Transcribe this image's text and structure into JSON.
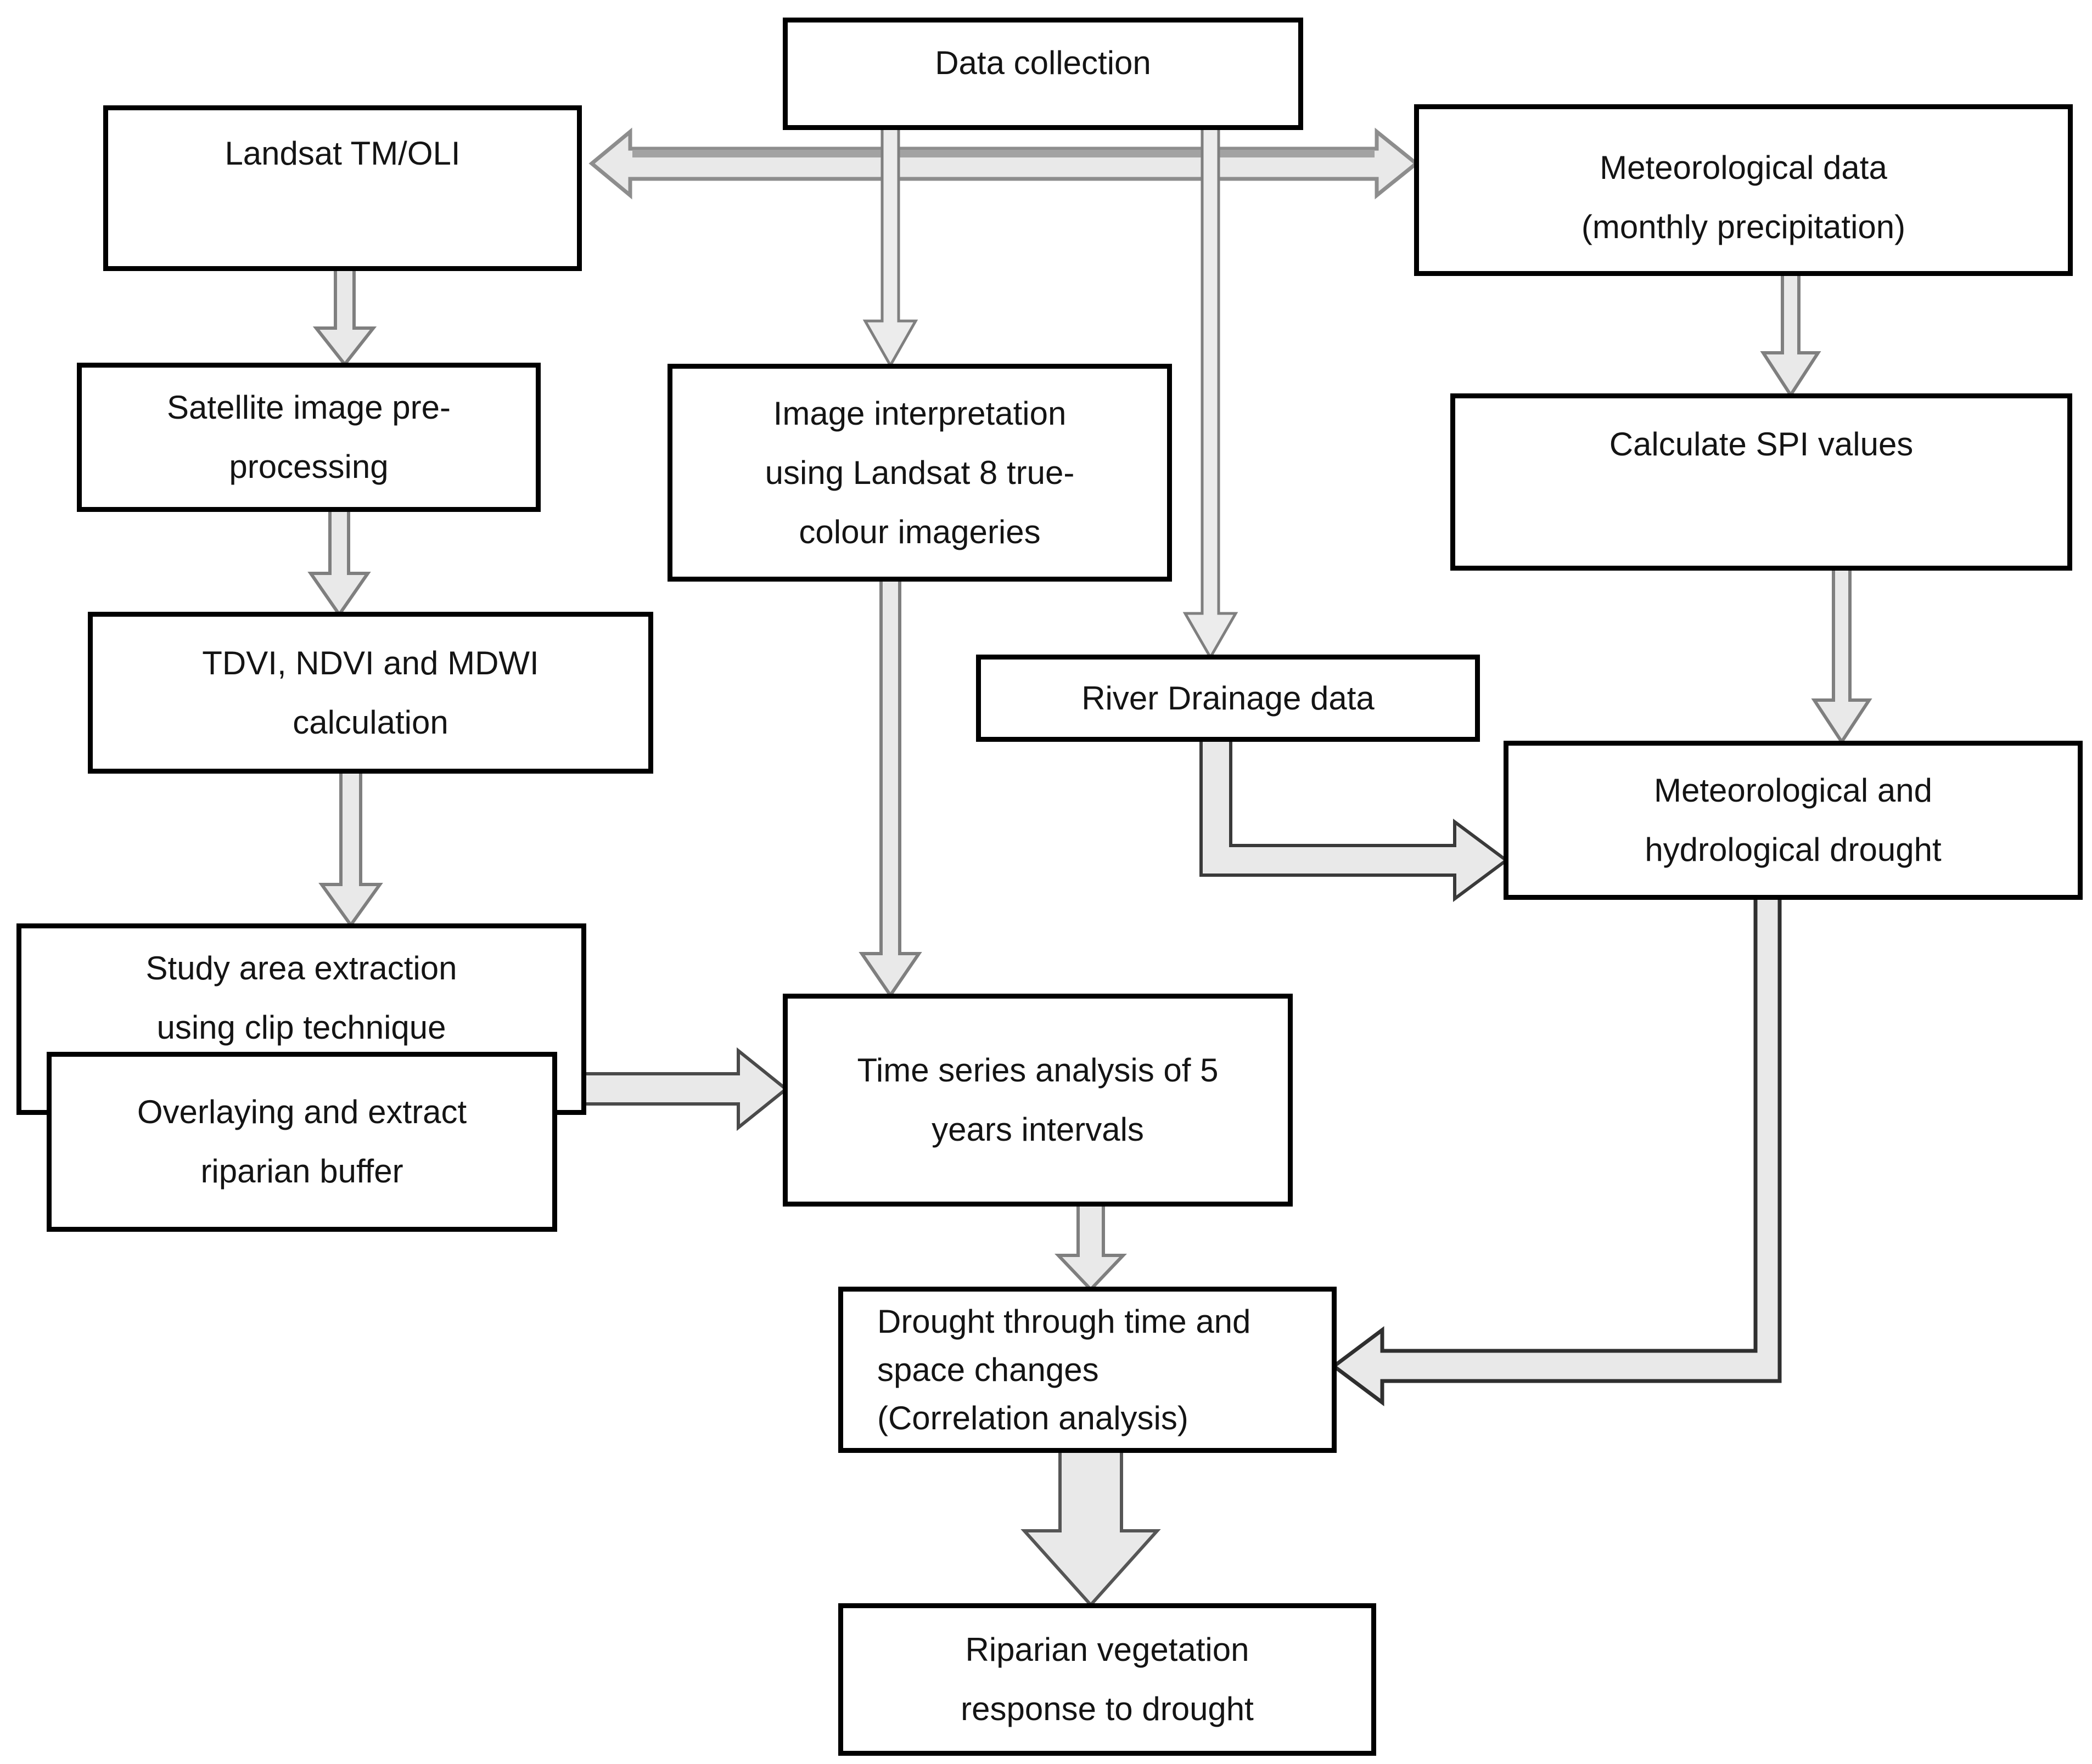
{
  "title": "Riparian vegetation drought analysis workflow flowchart",
  "nodes": {
    "data_collection": {
      "label": "Data collection"
    },
    "landsat": {
      "label": "Landsat TM/OLI"
    },
    "met_data": {
      "label": "Meteorological data (monthly precipitation)"
    },
    "satellite_pre": {
      "label": "Satellite image pre-processing"
    },
    "image_interp": {
      "label": "Image interpretation using Landsat 8 true-colour imageries"
    },
    "calc_spi": {
      "label": "Calculate SPI values"
    },
    "tdvi": {
      "label": "TDVI, NDVI and MDWI calculation"
    },
    "river_drainage": {
      "label": "River Drainage data"
    },
    "met_hydro": {
      "label": "Meteorological and hydrological drought"
    },
    "study_area": {
      "label": "Study area extraction using clip technique"
    },
    "overlay_buffer": {
      "label": "Overlaying and extract riparian buffer"
    },
    "time_series": {
      "label": "Time series analysis of 5 years intervals"
    },
    "drought_changes": {
      "label": "Drought through time and space changes (Correlation analysis)"
    },
    "riparian": {
      "label": "Riparian vegetation response to drought"
    }
  },
  "edges": [
    {
      "id": "collection-sources",
      "from": "data_collection",
      "to": "landsat; met_data",
      "style": "double-headed horizontal block arrow"
    },
    {
      "id": "collection-image-interp",
      "from": "data_collection",
      "to": "image_interp",
      "style": "thin vertical block arrow"
    },
    {
      "id": "collection-river",
      "from": "data_collection",
      "to": "river_drainage",
      "style": "thin vertical block arrow"
    },
    {
      "id": "landsat-preprocessing",
      "from": "landsat",
      "to": "satellite_pre",
      "style": "vertical block arrow"
    },
    {
      "id": "preprocessing-indices",
      "from": "satellite_pre",
      "to": "tdvi",
      "style": "vertical block arrow"
    },
    {
      "id": "indices-study",
      "from": "tdvi",
      "to": "study_area",
      "style": "vertical block arrow"
    },
    {
      "id": "buffer-timeseries",
      "from": "overlay_buffer",
      "to": "time_series",
      "style": "horizontal block arrow"
    },
    {
      "id": "interp-timeseries",
      "from": "image_interp",
      "to": "time_series",
      "style": "vertical block arrow"
    },
    {
      "id": "met-spi",
      "from": "met_data",
      "to": "calc_spi",
      "style": "vertical block arrow"
    },
    {
      "id": "spi-methydro",
      "from": "calc_spi",
      "to": "met_hydro",
      "style": "vertical block arrow"
    },
    {
      "id": "river-methydro",
      "from": "river_drainage",
      "to": "met_hydro",
      "style": "down-then-right elbow block arrow"
    },
    {
      "id": "timeseries-correlation",
      "from": "time_series",
      "to": "drought_changes",
      "style": "vertical block arrow"
    },
    {
      "id": "methydro-correlation",
      "from": "met_hydro",
      "to": "drought_changes",
      "style": "down-then-left elbow block arrow"
    },
    {
      "id": "correlation-riparian",
      "from": "drought_changes",
      "to": "riparian",
      "style": "wide vertical block arrow"
    }
  ],
  "colors": {
    "box_fill": "#ffffff",
    "box_border": "#000000",
    "arrow_fill": "#e9e9e9",
    "arrow_outline_light": "#7f7f7f",
    "arrow_outline_dark": "#303030",
    "text": "#141414"
  }
}
